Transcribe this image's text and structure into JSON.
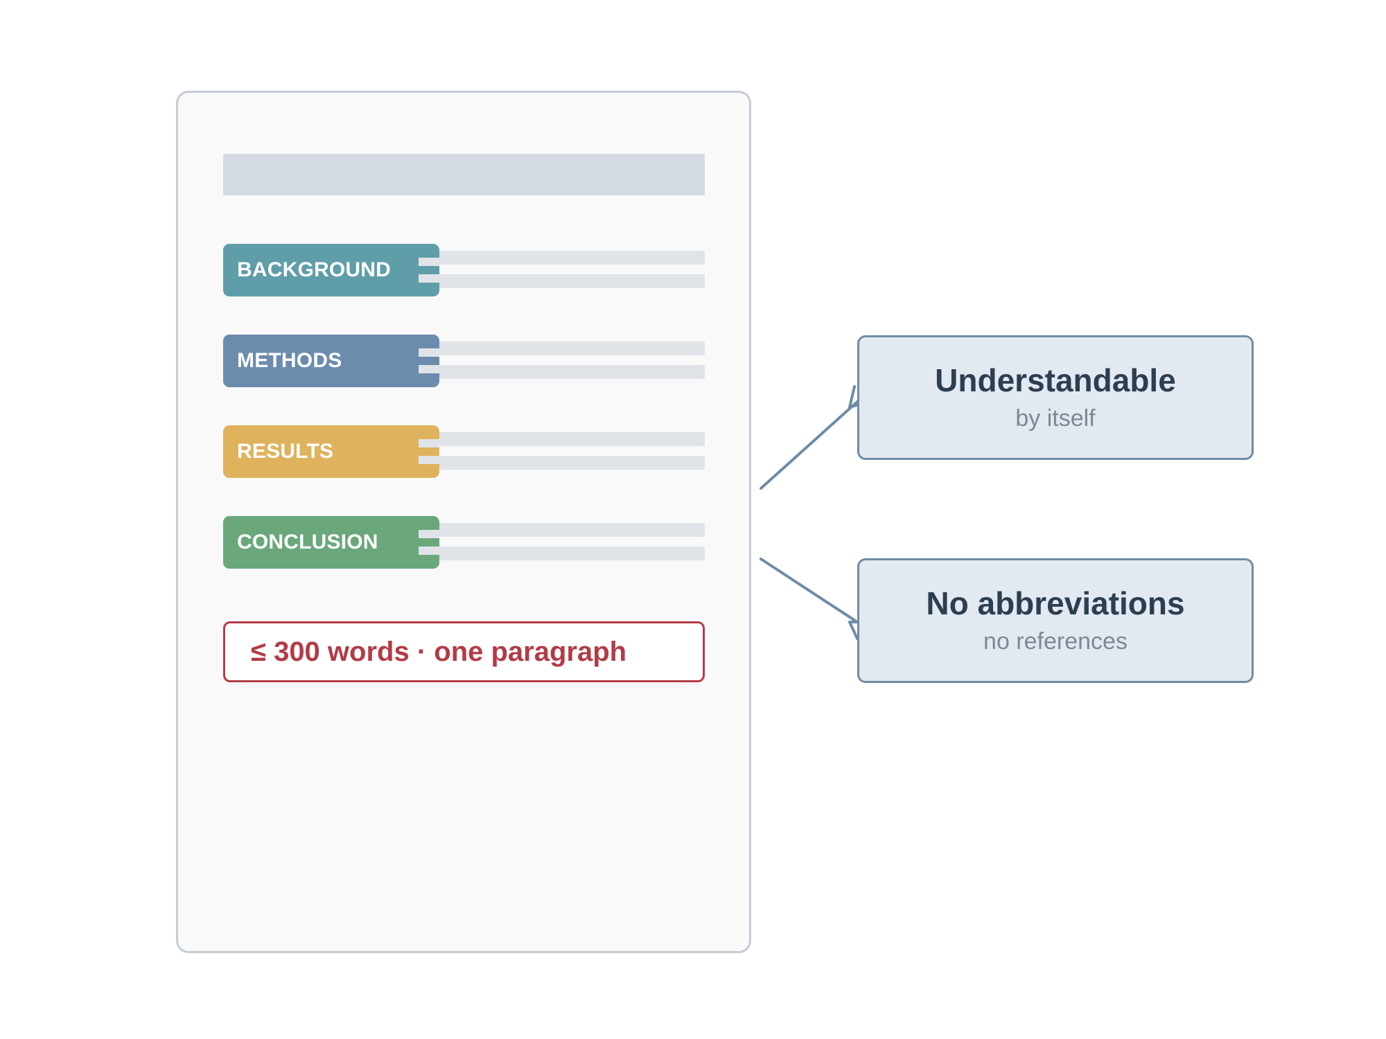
{
  "document": {
    "sections": [
      {
        "label": "BACKGROUND",
        "color": "#5f9ea8"
      },
      {
        "label": "METHODS",
        "color": "#6b8cad"
      },
      {
        "label": "RESULTS",
        "color": "#dfb35d"
      },
      {
        "label": "CONCLUSION",
        "color": "#6aa87c"
      }
    ],
    "limit_text": "≤ 300 words · one paragraph",
    "limit_color": "#b23b46"
  },
  "callouts": [
    {
      "heading": "Understandable",
      "sub": "by itself"
    },
    {
      "heading": "No abbreviations",
      "sub": "no references"
    }
  ],
  "colors": {
    "connector": "#6f8ba6",
    "heading": "#2c3e50",
    "subtext": "#7d8894"
  }
}
